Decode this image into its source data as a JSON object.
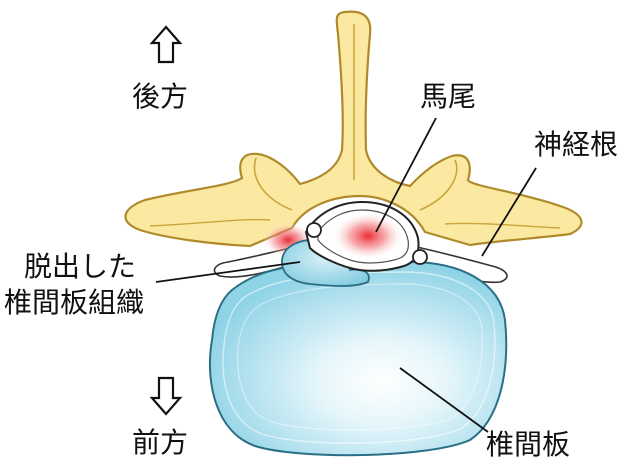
{
  "labels": {
    "posterior": "後方",
    "anterior": "前方",
    "cauda_equina": "馬尾",
    "nerve_root": "神経根",
    "herniated_line1": "脱出した",
    "herniated_line2": "椎間板組織",
    "disc": "椎間板"
  },
  "icons": {
    "up": "up-arrow-icon",
    "down": "down-arrow-icon"
  },
  "colors": {
    "bone": "#fbe9a2",
    "bone_edge": "#c9a63a",
    "disc": "#8fd3e6",
    "disc_center": "#ffffff",
    "inflammation": "#e8202a",
    "nerve_fill": "#ffffff"
  }
}
